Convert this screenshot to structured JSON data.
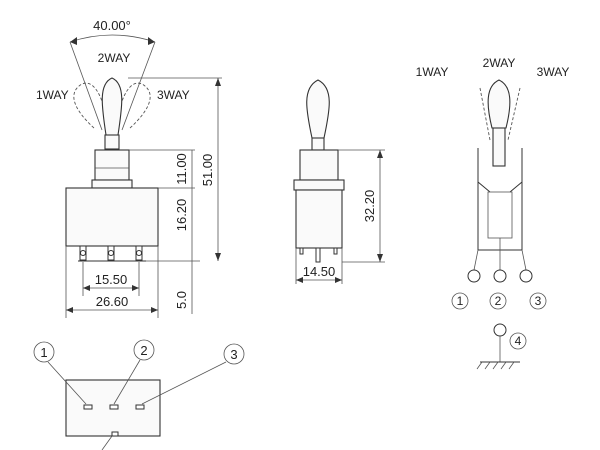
{
  "front_view": {
    "angle_label": "40.00°",
    "positions": {
      "left": "1WAY",
      "center": "2WAY",
      "right": "3WAY"
    },
    "dimensions": {
      "bushing_height": "11.00",
      "body_height": "16.20",
      "overall_height": "51.00",
      "terminal_spacing": "15.50",
      "body_width": "26.60",
      "terminal_length": "5.0"
    }
  },
  "side_view": {
    "dimensions": {
      "height": "32.20",
      "width": "14.50"
    }
  },
  "schematic": {
    "positions": {
      "left": "1WAY",
      "center": "2WAY",
      "right": "3WAY"
    },
    "terminals": [
      "1",
      "2",
      "3"
    ],
    "ground": "4"
  },
  "bottom_view": {
    "terminals": [
      "1",
      "2",
      "3"
    ]
  }
}
